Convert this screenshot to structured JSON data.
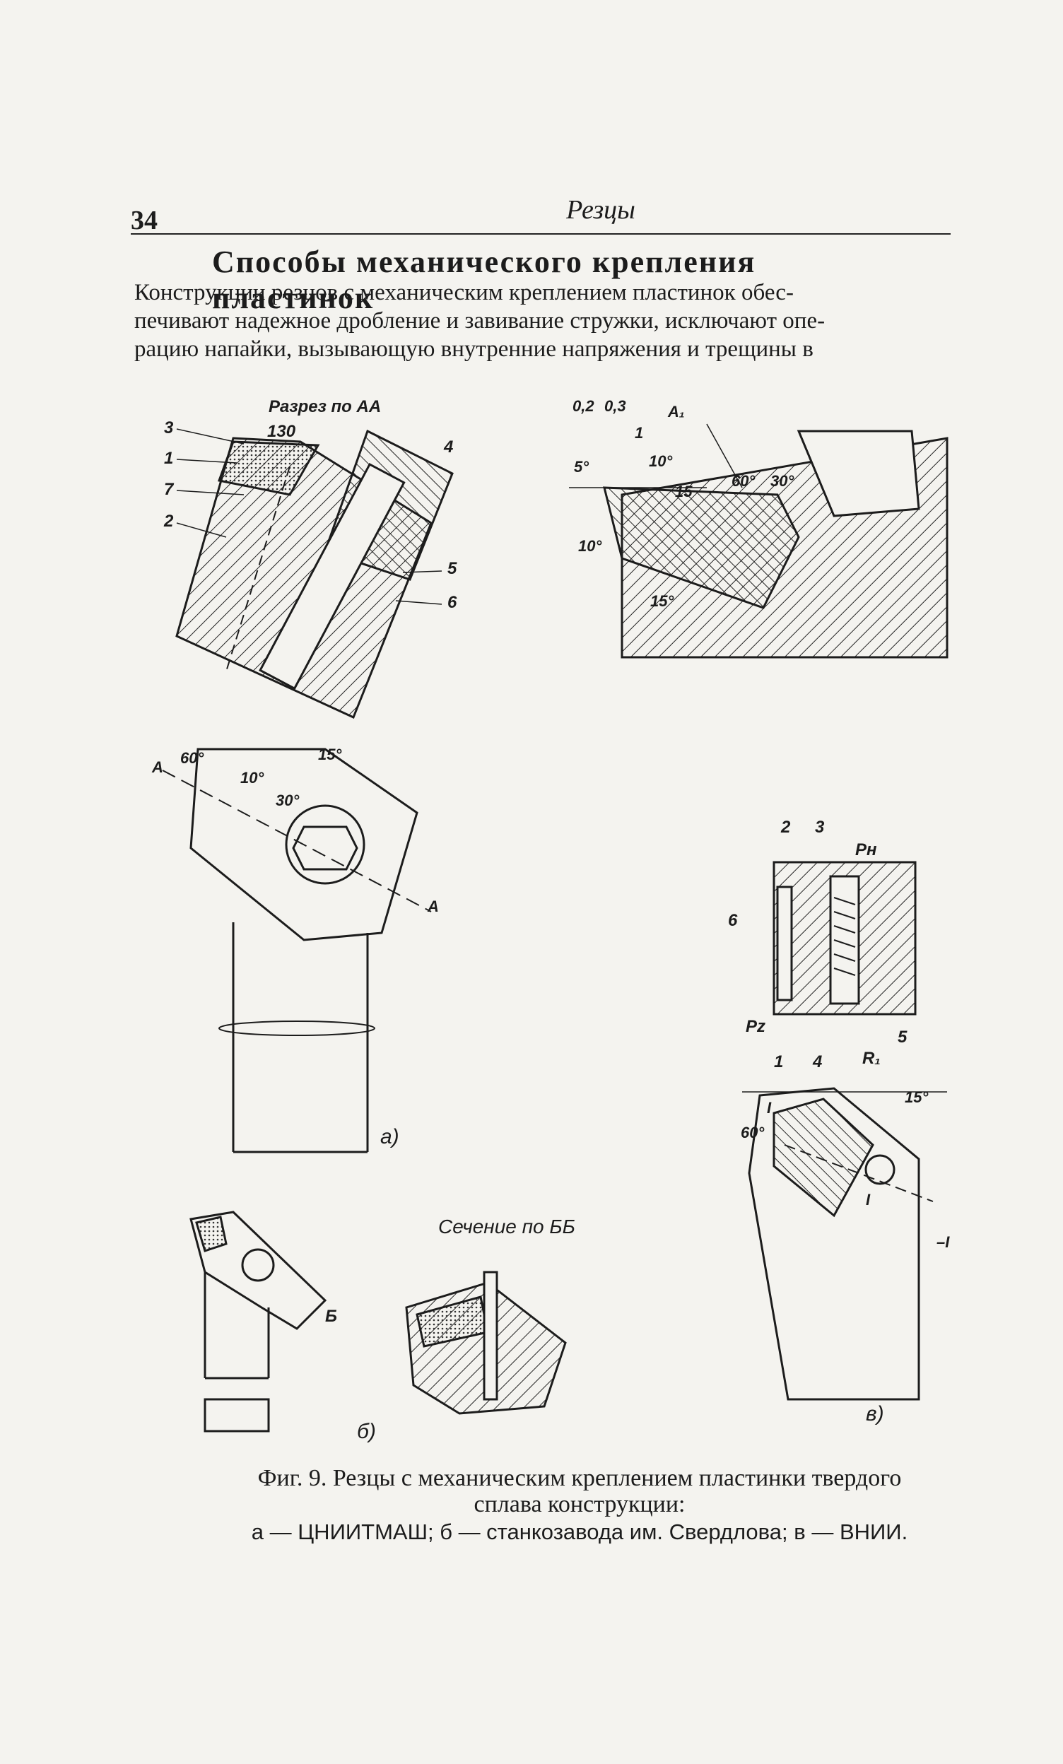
{
  "header": {
    "page_number": "34",
    "running_title": "Резцы"
  },
  "section_title": "Способы механического крепления пластинок",
  "paragraph_lines": [
    "Конструкции резцов с механическим креплением пластинок обес-",
    "печивают надежное дробление и завивание стружки, исключают опе-",
    "рацию напайки, вызывающую внутренние напряжения и трещины в"
  ],
  "figure": {
    "section_aa_label": "Разрез по АА",
    "section_bb_label": "Сечение по ББ",
    "panel_labels": {
      "a": "а)",
      "b": "б)",
      "v": "в)"
    },
    "callouts_a": {
      "n3": "3",
      "n130": "130",
      "n1": "1",
      "n7": "7",
      "n2": "2",
      "n4": "4",
      "n5": "5",
      "n6": "6"
    },
    "dims_top_right": {
      "d02": "0,2",
      "d03": "0,3",
      "A1": "А₁",
      "one": "1",
      "a5": "5°",
      "a10": "10°",
      "a15": "15",
      "a60": "60°",
      "a30": "30°",
      "a10b": "10°",
      "a15b": "15°"
    },
    "dims_plan": {
      "A": "А",
      "a60": "60°",
      "a10": "10°",
      "a30": "30°",
      "a15": "15°",
      "Aend": "А"
    },
    "callouts_v": {
      "n2": "2",
      "n3": "3",
      "Pn": "Pн",
      "n6": "6",
      "Pz": "Pz",
      "n1": "1",
      "n4": "4",
      "R1": "R₁",
      "n5": "5"
    },
    "dims_v_plan": {
      "a15": "15°",
      "a60": "60°",
      "I": "I",
      "I2": "I",
      "dashI": "–I"
    },
    "b_label": "Б"
  },
  "caption": {
    "main": "Фиг. 9. Резцы с механическим креплением пластинки твердого",
    "continuation": "сплава конструкции:",
    "sub": "а — ЦНИИТМАШ; б — станкозавода им. Свердлова; в — ВНИИ."
  }
}
